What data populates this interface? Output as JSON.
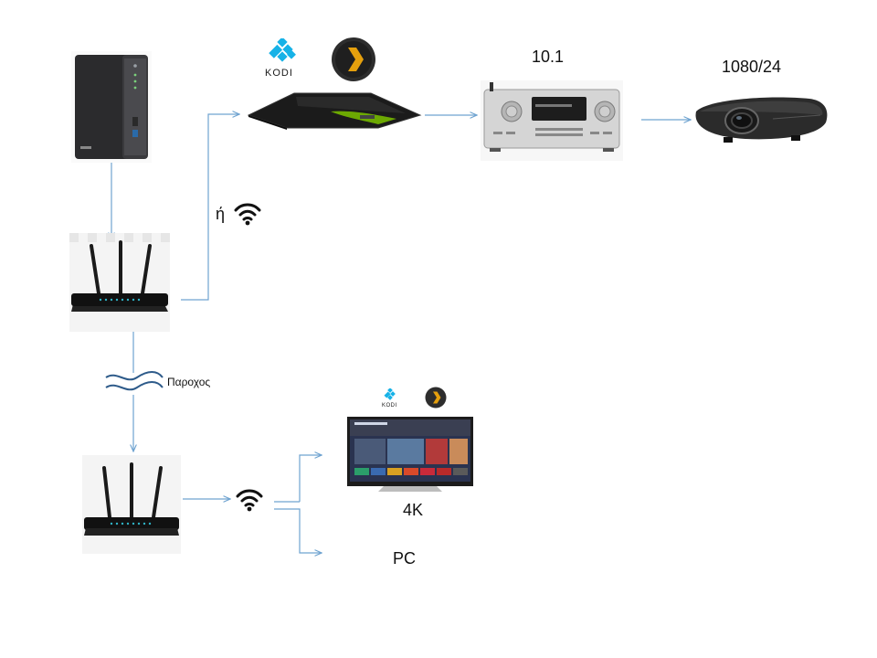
{
  "labels": {
    "receiver_channels": "10.1",
    "projector_mode": "1080/24",
    "or_wifi": "ή",
    "provider": "Παροχος",
    "tv_resolution": "4K",
    "pc": "PC"
  },
  "logos": {
    "kodi_top": "KODI",
    "kodi_tv": "KODI"
  },
  "icons": {
    "wifi": "wifi-icon",
    "kodi": "kodi-logo",
    "plex": "plex-logo"
  },
  "colors": {
    "connector_line": "#6fa3d0",
    "provider_wave": "#2e5b8a",
    "kodi_blue": "#17b2e7",
    "plex_orange": "#e5a00d",
    "shield_green": "#76b900"
  }
}
